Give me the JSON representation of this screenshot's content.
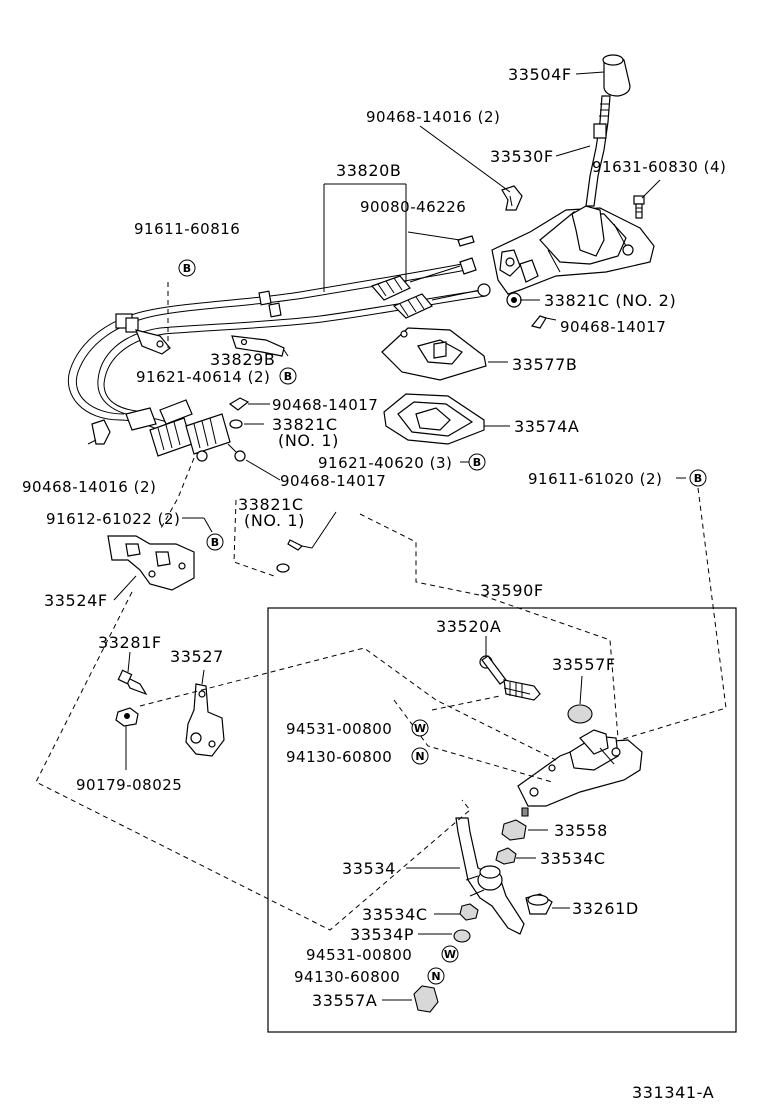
{
  "figure_code": "331341-A",
  "parts": {
    "p33504F": "33504F",
    "p90468_14016_top": "90468-14016 (2)",
    "p33530F": "33530F",
    "p91631_60830": "91631-60830 (4)",
    "p33820B": "33820B",
    "p90080_46226": "90080-46226",
    "p91611_60816": "91611-60816",
    "p33821C_no2": "33821C (NO. 2)",
    "p90468_14017_right": "90468-14017",
    "p33577B": "33577B",
    "p33829B": "33829B",
    "p91621_40614": "91621-40614 (2)",
    "p90468_14017_mid": "90468-14017",
    "p33821C_no1_a": "33821C",
    "p33821C_no1_a_sub": "(NO. 1)",
    "p33574A": "33574A",
    "p91621_40620": "91621-40620 (3)",
    "p90468_14016_left": "90468-14016 (2)",
    "p90468_14017_low": "90468-14017",
    "p91611_61020": "91611-61020 (2)",
    "p33821C_no1_b": "33821C",
    "p33821C_no1_b_sub": "(NO. 1)",
    "p91612_61022": "91612-61022 (2)",
    "p33590F": "33590F",
    "p33524F": "33524F",
    "p33520A": "33520A",
    "p33281F": "33281F",
    "p33527": "33527",
    "p33557F": "33557F",
    "p94531_00800_a": "94531-00800",
    "p94130_60800_a": "94130-60800",
    "p90179_08025": "90179-08025",
    "p33558": "33558",
    "p33534": "33534",
    "p33534C_a": "33534C",
    "p33534C_b": "33534C",
    "p33261D": "33261D",
    "p33534P": "33534P",
    "p94531_00800_b": "94531-00800",
    "p94130_60800_b": "94130-60800",
    "p33557A": "33557A"
  },
  "markers": {
    "B": "B",
    "W": "W",
    "N": "N"
  }
}
